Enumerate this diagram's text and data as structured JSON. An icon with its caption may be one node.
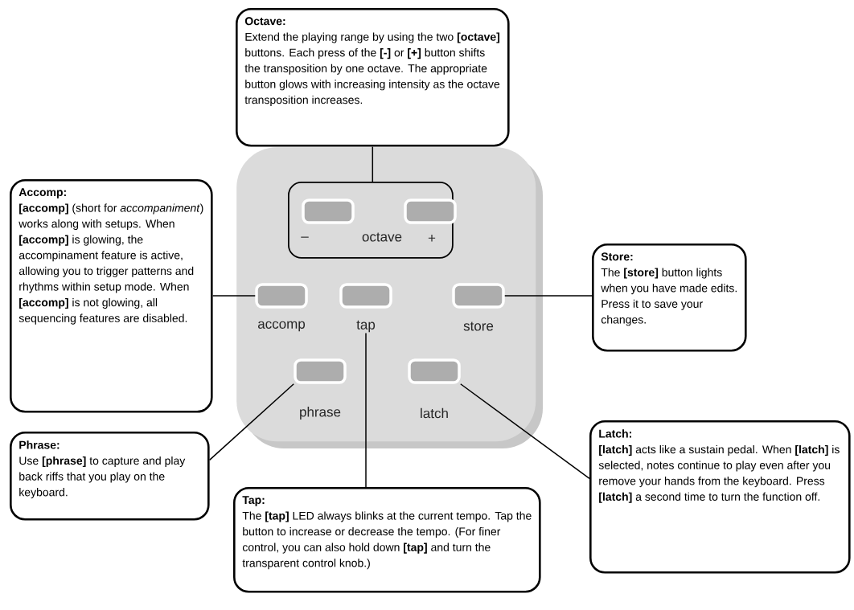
{
  "diagram": {
    "nodes": [
      {
        "text": [
          "Octave:",
          "Extend the playing range by using the two **[octave]** buttons. Each press of the **[-]** or **[+]** button shifts the transposition by one octave. The appropriate button glows with increasing intensity as the octave transposition increases."
        ]
      },
      {
        "text": [
          "Accomp:",
          "**[accomp]** (short for *accompaniment*) works along with setups. When **[accomp]** is glowing, the accompinament feature is active, allowing you to trigger patterns and rhythms within setup mode. When **[accomp]** is not glowing, all sequencing features are disabled."
        ]
      },
      {
        "text": [
          "Store:",
          "The **[store]** button lights when you have made edits. Press it to save your changes."
        ]
      },
      {
        "text": [
          "Phrase:",
          "Use **[phrase]** to capture and play back riffs that you play on the keyboard."
        ]
      },
      {
        "text": [
          "Latch:",
          "**[latch]** acts like a sustain pedal. When **[latch]** is selected, notes continue to play even after you remove your hands from the keyboard. Press **[latch]** a second time to turn the function off."
        ]
      },
      {
        "text": [
          "Tap:",
          "The **[tap]** LED always blinks at the current tempo. Tap the button to increase or decrease the tempo. (For finer control, you can also hold down **[tap]** and turn the transparent control knob.)"
        ]
      },
      {
        "text": [],
        "shape": "box"
      },
      {
        "text": [
          "–",
          "octave",
          "+"
        ],
        "in": 6
      },
      {
        "text": [],
        "shape": "box",
        "in": 7
      },
      {
        "text": [],
        "shape": "box",
        "in": 7
      },
      {
        "text": [
          "accomp"
        ],
        "in": 6
      },
      {
        "text": [
          "tap"
        ],
        "in": 6
      },
      {
        "text": [
          "store"
        ],
        "in": 6
      },
      {
        "text": [
          "phrase"
        ],
        "in": 6
      },
      {
        "text": [
          "latch"
        ],
        "in": 6
      }
    ],
    "edges": [
      {
        "from": 0,
        "to": 7,
        "arrow": "none"
      },
      {
        "from": 1,
        "to": 10,
        "arrow": "none"
      },
      {
        "from": 2,
        "to": 12,
        "arrow": "none"
      },
      {
        "from": 3,
        "to": 13,
        "arrow": "none"
      },
      {
        "from": 4,
        "to": 14,
        "arrow": "none"
      },
      {
        "from": 5,
        "to": 11,
        "arrow": "none"
      }
    ]
  }
}
